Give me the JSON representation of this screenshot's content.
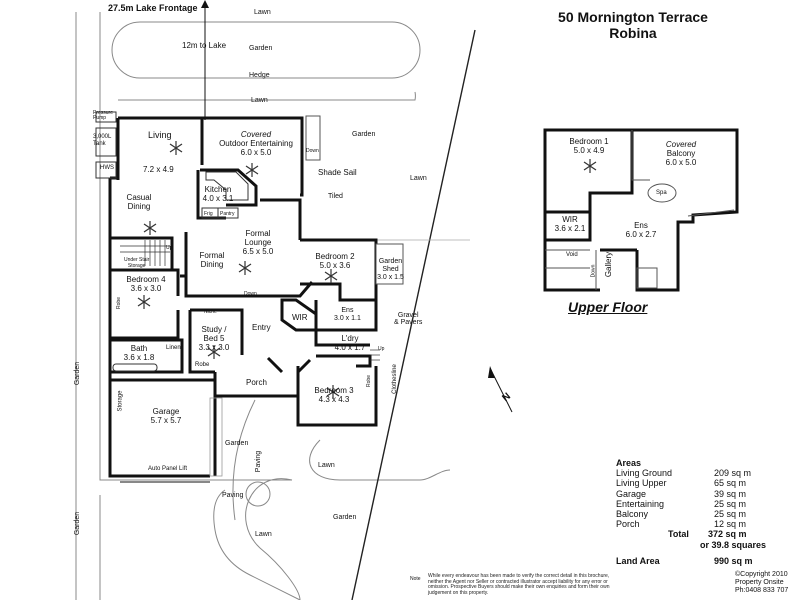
{
  "header": {
    "title_line1": "50 Mornington Terrace",
    "title_line2": "Robina"
  },
  "frontage": "27.5m Lake Frontage",
  "distance_to_lake": "12m to Lake",
  "landscape": {
    "lawn": "Lawn",
    "garden": "Garden",
    "hedge": "Hedge",
    "paving": "Paving",
    "gravel_pavers": "Gravel\n& Pavers",
    "shade_sail": "Shade Sail",
    "tiled": "Tiled",
    "clothesline": "Clothesline"
  },
  "utilities": {
    "pressure_pump": "Pressure\nPump",
    "tank": "3,000L\nTank",
    "hws": "HWS"
  },
  "ground_rooms": {
    "living": {
      "name": "Living",
      "size": "7.2 x 4.9"
    },
    "outdoor": {
      "name_italic": "Covered",
      "name": "Outdoor Entertaining",
      "size": "6.0 x 5.0"
    },
    "kitchen": {
      "name": "Kitchen",
      "size": "4.0 x 3.1"
    },
    "casual_dining": {
      "name": "Casual\nDining"
    },
    "formal_lounge": {
      "name": "Formal\nLounge",
      "size": "6.5 x 5.0"
    },
    "formal_dining": {
      "name": "Formal\nDining"
    },
    "bedroom2": {
      "name": "Bedroom 2",
      "size": "5.0 x 3.6"
    },
    "garden_shed": {
      "name": "Garden\nShed",
      "size": "3.0 x 1.5"
    },
    "bedroom4": {
      "name": "Bedroom 4",
      "size": "3.6 x 3.0"
    },
    "study": {
      "name": "Study /\nBed 5",
      "size": "3.3 x 3.0"
    },
    "entry": {
      "name": "Entry"
    },
    "wir": {
      "name": "WIR"
    },
    "ens": {
      "name": "Ens",
      "size": "3.0 x 1.1"
    },
    "ldry": {
      "name": "L'dry",
      "size": "4.0 x 1.7"
    },
    "bath": {
      "name": "Bath",
      "size": "3.6 x 1.8"
    },
    "porch": {
      "name": "Porch"
    },
    "bedroom3": {
      "name": "Bedroom 3",
      "size": "4.3 x 4.3"
    },
    "garage": {
      "name": "Garage",
      "size": "5.7 x 5.7"
    }
  },
  "small_labels": {
    "under_stair": "Under Stair\nStorage",
    "up": "Up",
    "down": "Down",
    "robe": "Robe",
    "linen": "Linen",
    "niche": "Niche",
    "storage": "Storage",
    "auto_panel_lift": "Auto Panel Lift",
    "frig": "Frig",
    "pantry": "Pantry",
    "void": "Void",
    "gallery": "Gallery",
    "spa": "Spa",
    "ens_small": "Ens"
  },
  "upper_rooms": {
    "bedroom1": {
      "name": "Bedroom 1",
      "size": "5.0 x 4.9"
    },
    "balcony": {
      "name_italic": "Covered",
      "name": "Balcony",
      "size": "6.0 x 5.0"
    },
    "wir": {
      "name": "WIR",
      "size": "3.6 x 2.1"
    },
    "ens": {
      "name": "Ens",
      "size": "6.0 x 2.7"
    }
  },
  "upper_floor_label": "Upper Floor",
  "compass": {
    "letter": "N"
  },
  "areas": {
    "title": "Areas",
    "rows": [
      {
        "label": "Living Ground",
        "value": "209 sq m"
      },
      {
        "label": "Living Upper",
        "value": "65 sq m"
      },
      {
        "label": "Garage",
        "value": "39 sq m"
      },
      {
        "label": "Entertaining",
        "value": "25 sq m"
      },
      {
        "label": "Balcony",
        "value": "25 sq m"
      },
      {
        "label": "Porch",
        "value": "12 sq m"
      }
    ],
    "total_label": "Total",
    "total_value": "372 sq m",
    "total_squares": "or 39.8 squares",
    "land_label": "Land Area",
    "land_value": "990 sq m"
  },
  "note": {
    "label": "Note",
    "text": "While every endeavour has been made to verify the correct detail in this brochure, neither the Agent nor Seller or contracted illustrator accept liability for any error or omission. Prospective Buyers should make their own enquiries and form their own judgement on this property."
  },
  "copyright": {
    "line1": "©Copyright 2010",
    "line2": "Property Onsite",
    "line3": "Ph:0408 833 707"
  }
}
